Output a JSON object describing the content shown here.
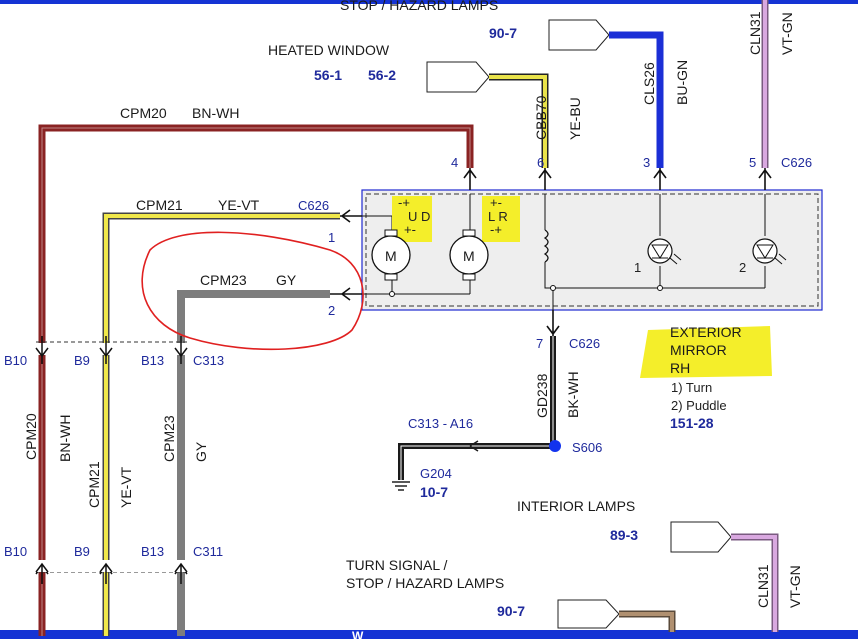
{
  "colors": {
    "bn_wh": "#9b2a2a",
    "ye_vt": "#e9e24a",
    "gy": "#808080",
    "bu_gn": "#1b2fd6",
    "vt_gn": "#cc99d6",
    "bk_wh": "#1a1a1a",
    "highlight": "#f4ee2a",
    "annotation": "#e02020",
    "pin_blue": "#1f2a9c",
    "splice": "#1233ee"
  },
  "headers": {
    "top_cut": "STOP / HAZARD LAMPS",
    "heated_window": "HEATED WINDOW",
    "interior_lamps": "INTERIOR LAMPS",
    "turn_signal_1": "TURN SIGNAL /",
    "turn_signal_2": "STOP / HAZARD LAMPS"
  },
  "refs": {
    "r90_7_top": "90-7",
    "r56_1": "56-1",
    "r56_2": "56-2",
    "r89_3": "89-3",
    "r90_7_bot": "90-7",
    "r151_28": "151-28",
    "r10_7": "10-7"
  },
  "wires": {
    "cpm20_top": "CPM20",
    "bn_wh_top": "BN-WH",
    "cpm21_top": "CPM21",
    "ye_vt_top": "YE-VT",
    "cpm23_top": "CPM23",
    "gy_top": "GY",
    "cbb70": "CBB70",
    "ye_bu": "YE-BU",
    "cls26": "CLS26",
    "bu_gn": "BU-GN",
    "cln31_top": "CLN31",
    "vt_gn_top": "VT-GN",
    "gd238": "GD238",
    "bk_wh": "BK-WH",
    "cpm20_v": "CPM20",
    "bn_wh_v": "BN-WH",
    "cpm21_v": "CPM21",
    "ye_vt_v": "YE-VT",
    "cpm23_v": "CPM23",
    "gy_v": "GY",
    "cln31_bot": "CLN31",
    "vt_gn_bot": "VT-GN"
  },
  "pins": {
    "p4": "4",
    "p6": "6",
    "p3": "3",
    "p5": "5",
    "c626_top": "C626",
    "c626_left": "C626",
    "p1": "1",
    "p2": "2",
    "p7": "7",
    "c626_bottom": "C626",
    "b10_a": "B10",
    "b9_a": "B9",
    "b13_a": "B13",
    "c313": "C313",
    "b10_b": "B10",
    "b9_b": "B9",
    "b13_b": "B13",
    "c311": "C311",
    "c313_a16": "C313   -  A16",
    "s606": "S606",
    "g204": "G204"
  },
  "module": {
    "ud_label": "U D",
    "lr_label": "L R",
    "motor_label": "M",
    "lamp1": "1",
    "lamp2": "2",
    "name_1": "EXTERIOR",
    "name_2": "MIRROR",
    "name_3": "RH",
    "legend_1": "1) Turn",
    "legend_2": "2) Puddle"
  }
}
